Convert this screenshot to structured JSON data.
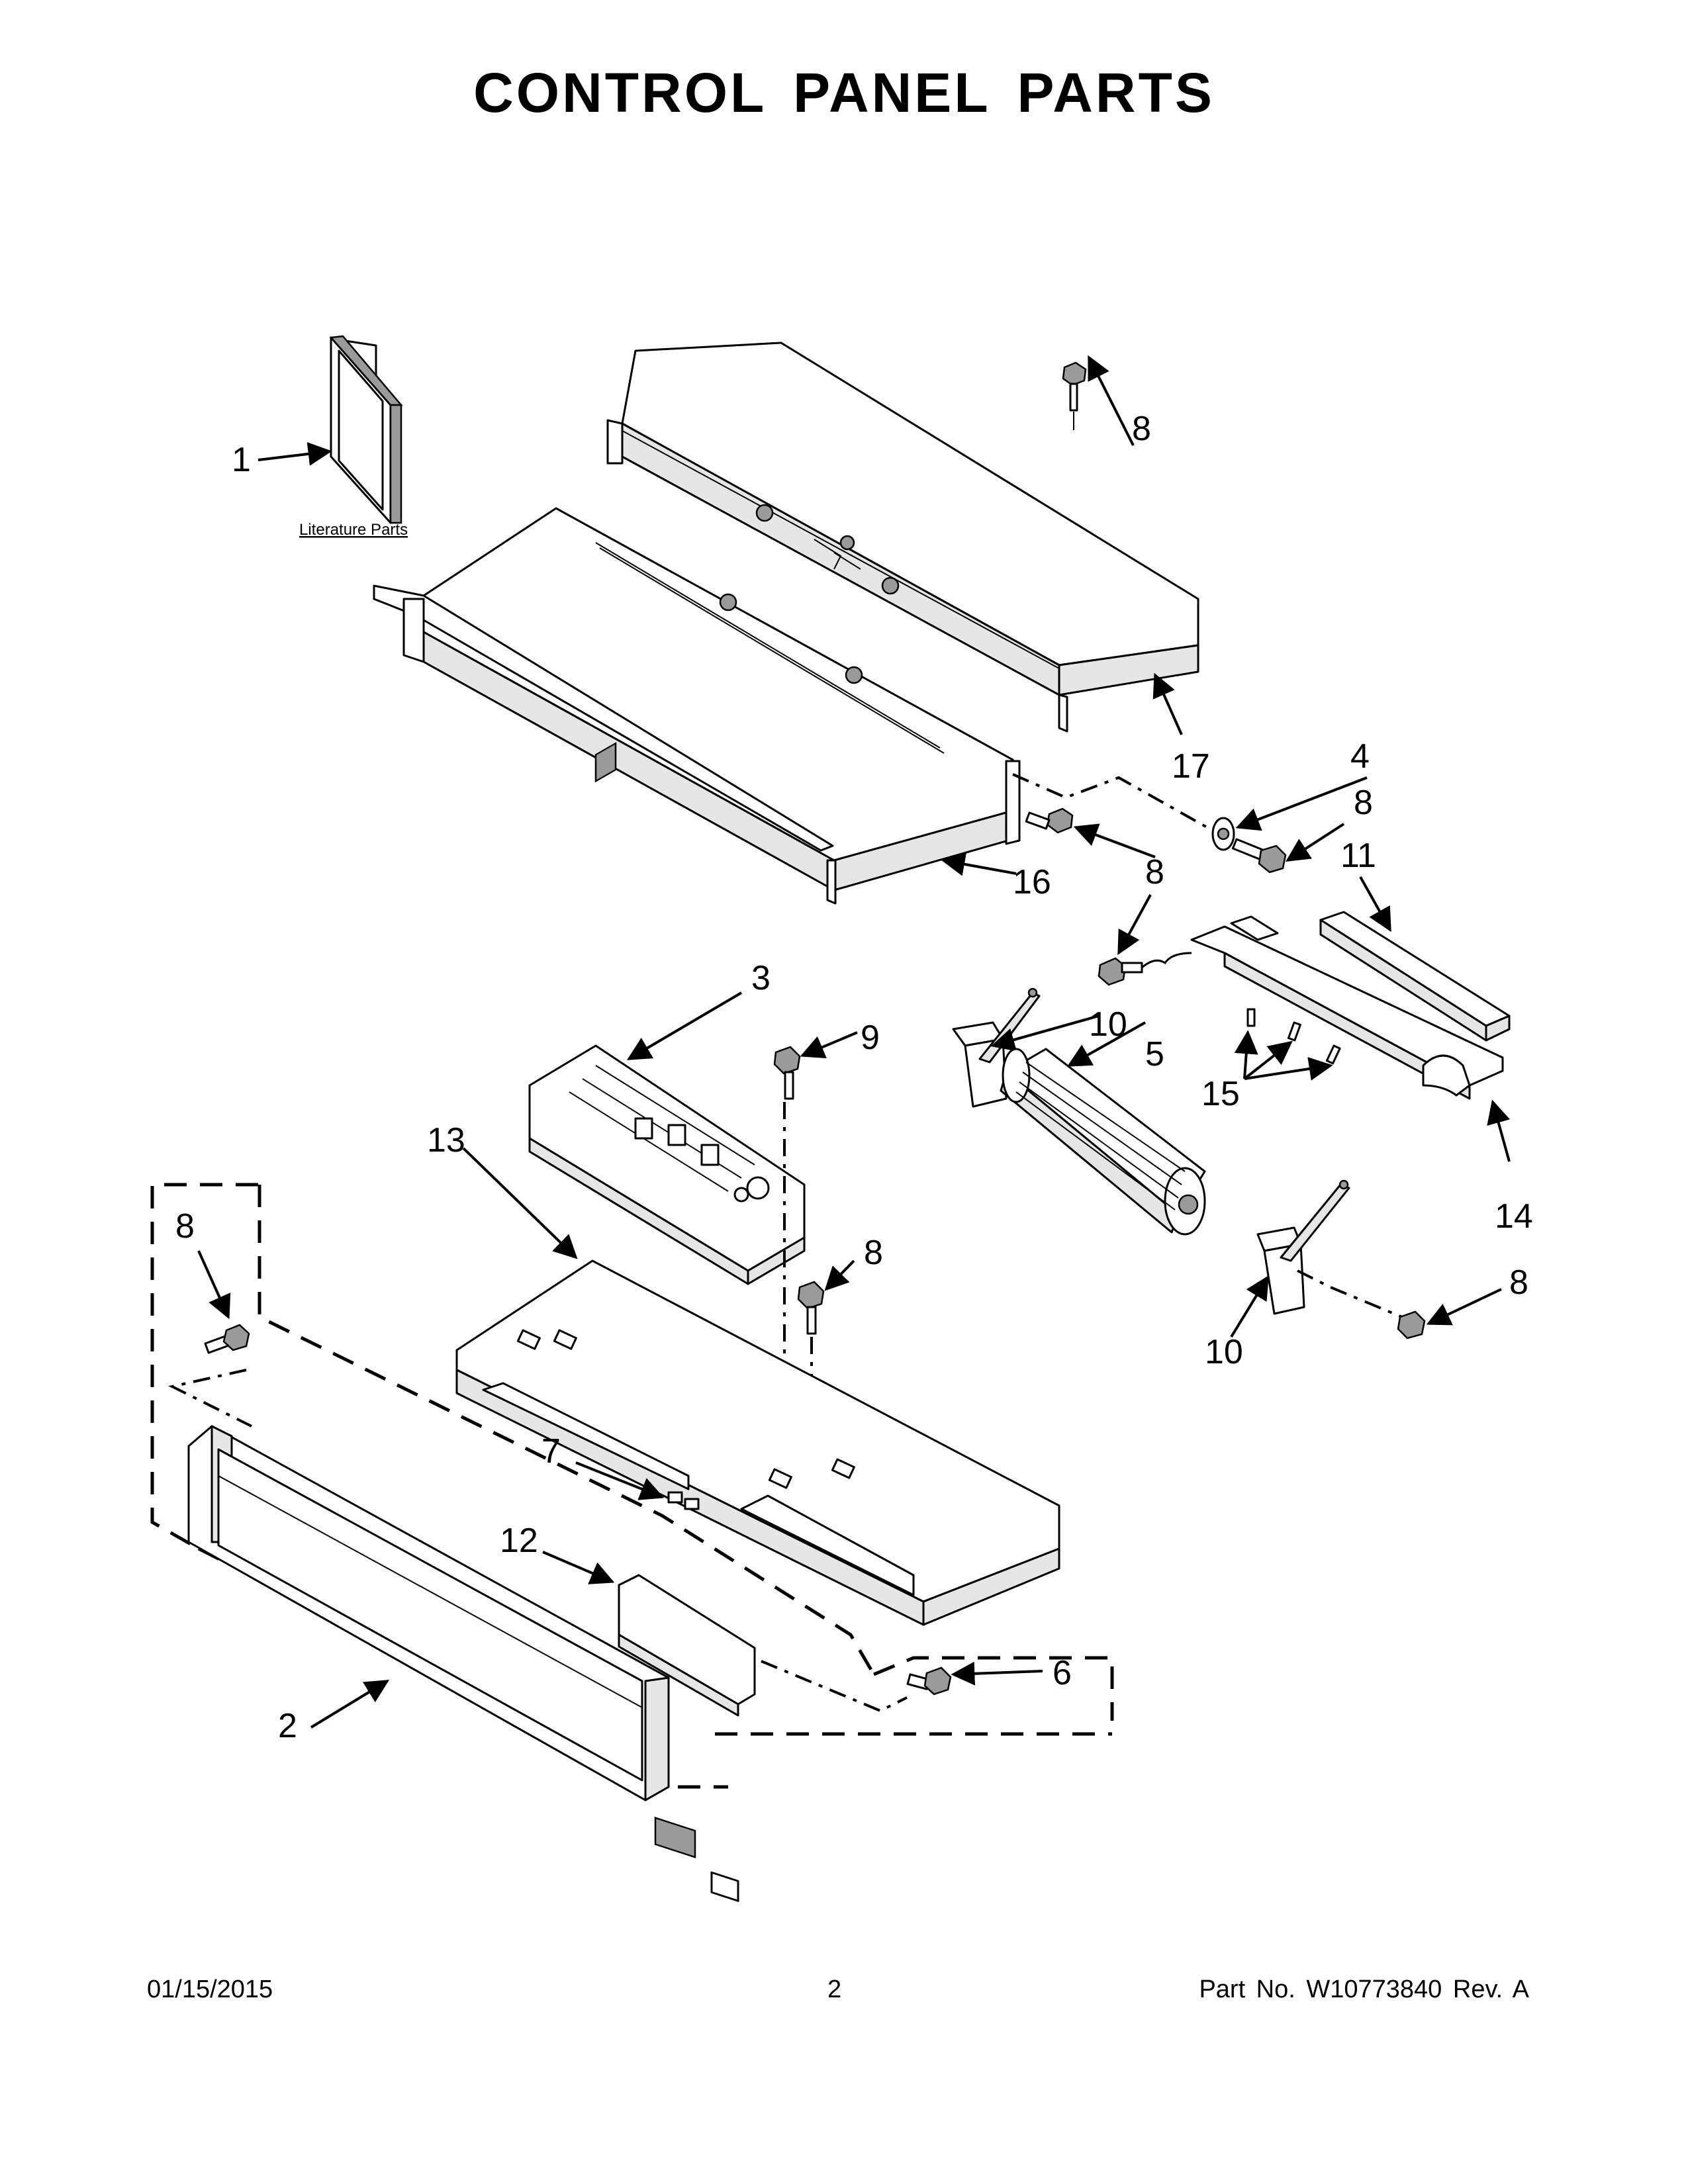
{
  "title": "CONTROL PANEL PARTS",
  "literature_label": "Literature Parts",
  "callouts": {
    "c1": "1",
    "c2": "2",
    "c3": "3",
    "c4": "4",
    "c5": "5",
    "c6": "6",
    "c7": "7",
    "c8": "8",
    "c9": "9",
    "c10": "10",
    "c11": "11",
    "c12": "12",
    "c13": "13",
    "c14": "14",
    "c15": "15",
    "c16": "16",
    "c17": "17"
  },
  "footer": {
    "date": "01/15/2015",
    "page": "2",
    "part": "Part No.  W10773840  Rev.  A"
  }
}
